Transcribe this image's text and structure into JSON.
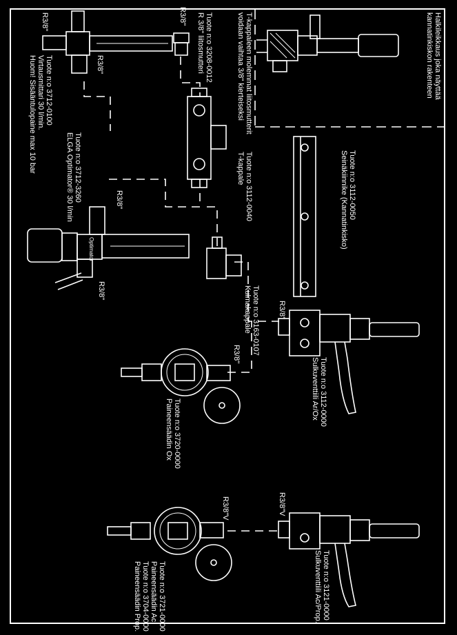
{
  "section_note": {
    "lines": [
      "Halkileikkaus joka näyttää",
      "kannatinkiskon rakenteen"
    ]
  },
  "t_piece_note": {
    "lines": [
      "T-kappaleen molemmat liitosmutterit",
      "voidaan vaihtaa 3/8\" kierteiseksi"
    ]
  },
  "nut_label": {
    "lines": [
      "Tuote n:o 3208-0012",
      "R 3/8\" liitosmutteri"
    ]
  },
  "t_piece": {
    "lines": [
      "Tuote n:o 3112-0040",
      "T-kappale"
    ]
  },
  "rail": {
    "lines": [
      "Tuote n:o 3112-0050",
      "Seinäkiinnike (Kannatinkisko)"
    ]
  },
  "flowmeter_30": {
    "lines": [
      "Tuote n:o 3712-0100",
      "Virtausmittari 30 l/min.",
      "Huom! Sisääntulopaine max 10 bar"
    ]
  },
  "elga_optimator": {
    "lines": [
      "Tuote n:o 3712-3260",
      "ELGA Optimator® 30 l/min"
    ]
  },
  "elbow": {
    "lines": [
      "Tuote n:o 3163-0107",
      "Kulmakappale"
    ]
  },
  "valve_ar_ox": {
    "lines": [
      "Tuote n:o 3112-0000",
      "Sulkuventtiili Ar/Ox"
    ]
  },
  "regulator_ox": {
    "lines": [
      "Tuote n:o 3720-0000",
      "Paineensäädin Ox"
    ]
  },
  "valve_ac_prop": {
    "lines": [
      "Tuote n:o 3121-0000",
      "Sulkuventtiili Ac/Prop."
    ]
  },
  "regulator_ac_prop": {
    "lines": [
      "Tuote n:o 3721-0000",
      "Paineensäädin Ac",
      "Tuote n:o 3704-0000",
      "Paineensäädin Prop."
    ]
  },
  "threads": {
    "r38": "R3/8\"",
    "r38_plain": "R3/8\"",
    "r38v": "R3/8\"V"
  },
  "gauge_brand": "Optimator",
  "colors": {
    "background": "#000000",
    "lines": "#ffffff"
  }
}
